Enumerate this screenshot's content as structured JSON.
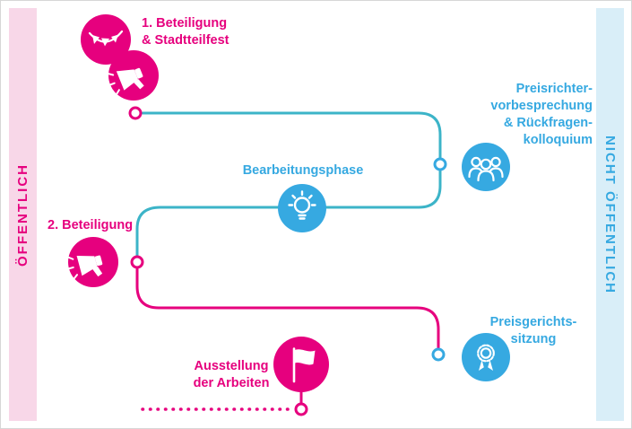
{
  "colors": {
    "magenta": "#e6007e",
    "blue": "#36a9e1",
    "teal": "#3cb4c8",
    "band_pink": "#f8d7e8",
    "band_blue": "#d9eef8"
  },
  "bands": {
    "left": {
      "label": "ÖFFENTLICH"
    },
    "right": {
      "label": "NICHT ÖFFENTLICH"
    }
  },
  "steps": {
    "beteiligung1": {
      "label": "1. Beteiligung\n& Stadtteilfest",
      "icons": [
        "bunting-icon",
        "megaphone-icon"
      ]
    },
    "preisrichter": {
      "label": "Preisrichter-\nvorbesprechung\n& Rückfragen-\nkolloquium",
      "icon": "jury-people-icon"
    },
    "bearbeitung": {
      "label": "Bearbeitungsphase",
      "icon": "lightbulb-icon"
    },
    "beteiligung2": {
      "label": "2. Beteiligung",
      "icon": "megaphone-icon"
    },
    "preisgericht": {
      "label": "Preisgerichts-\nsitzung",
      "icon": "medal-icon"
    },
    "ausstellung": {
      "label": "Ausstellung\nder Arbeiten",
      "icon": "flag-icon"
    }
  }
}
